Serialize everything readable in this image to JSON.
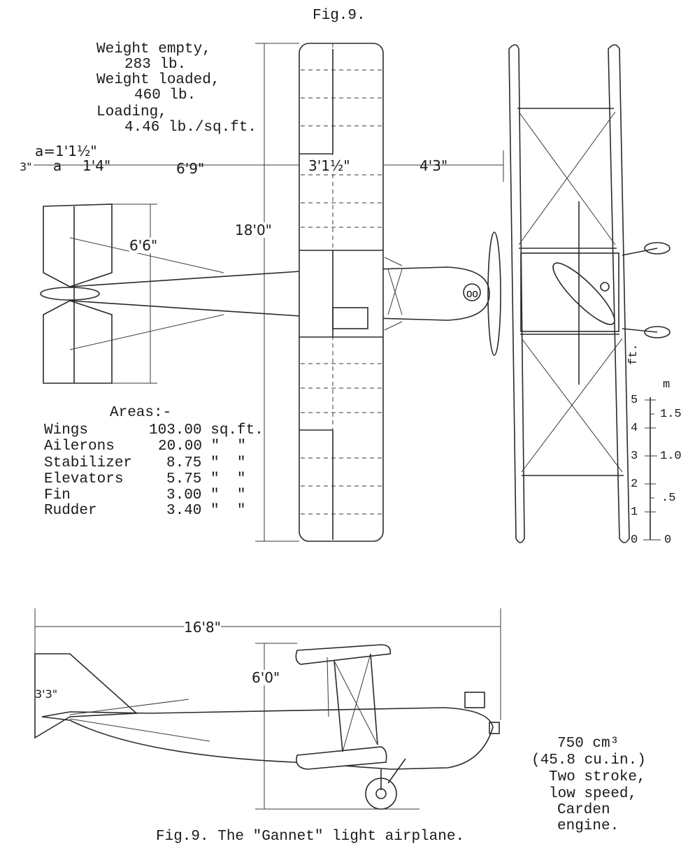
{
  "figure": {
    "header": "Fig.9.",
    "caption": "Fig.9. The \"Gannet\" light airplane."
  },
  "specs": {
    "weight_empty_label": "Weight empty,",
    "weight_empty_value": "283 lb.",
    "weight_loaded_label": "Weight loaded,",
    "weight_loaded_value": "460 lb.",
    "loading_label": "Loading,",
    "loading_value": "4.46 lb./sq.ft."
  },
  "areas": {
    "title": "Areas:-",
    "rows": [
      {
        "name": "Wings",
        "value": "103.00 sq.ft."
      },
      {
        "name": "Ailerons",
        "value": "20.00 \"  \""
      },
      {
        "name": "Stabilizer",
        "value": "8.75 \"  \""
      },
      {
        "name": "Elevators",
        "value": "5.75 \"  \""
      },
      {
        "name": "Fin",
        "value": "3.00 \"  \""
      },
      {
        "name": "Rudder",
        "value": "3.40 \"  \""
      }
    ]
  },
  "dimensions": {
    "a_def": "a=1'1½\"",
    "small_3": "3\"",
    "a": "a",
    "d_1_4": "1'4\"",
    "d_6_9": "6'9\"",
    "chord": "3'1½\"",
    "gap": "4'3\"",
    "span": "18'0\"",
    "tail_span": "6'6\"",
    "length": "16'8\"",
    "height": "6'0\"",
    "tail_height": "3'3\""
  },
  "scale": {
    "ft_label": "ft.",
    "ft_ticks": [
      "0",
      "1",
      "2",
      "3",
      "4",
      "5"
    ],
    "m_label": "m",
    "m_ticks": [
      "0",
      ".5",
      "1.0",
      "1.5"
    ]
  },
  "engine": {
    "line1": "750 cm³",
    "line2": "(45.8 cu.in.)",
    "line3": "Two stroke,",
    "line4": "low speed,",
    "line5": "Carden",
    "line6": "engine."
  }
}
